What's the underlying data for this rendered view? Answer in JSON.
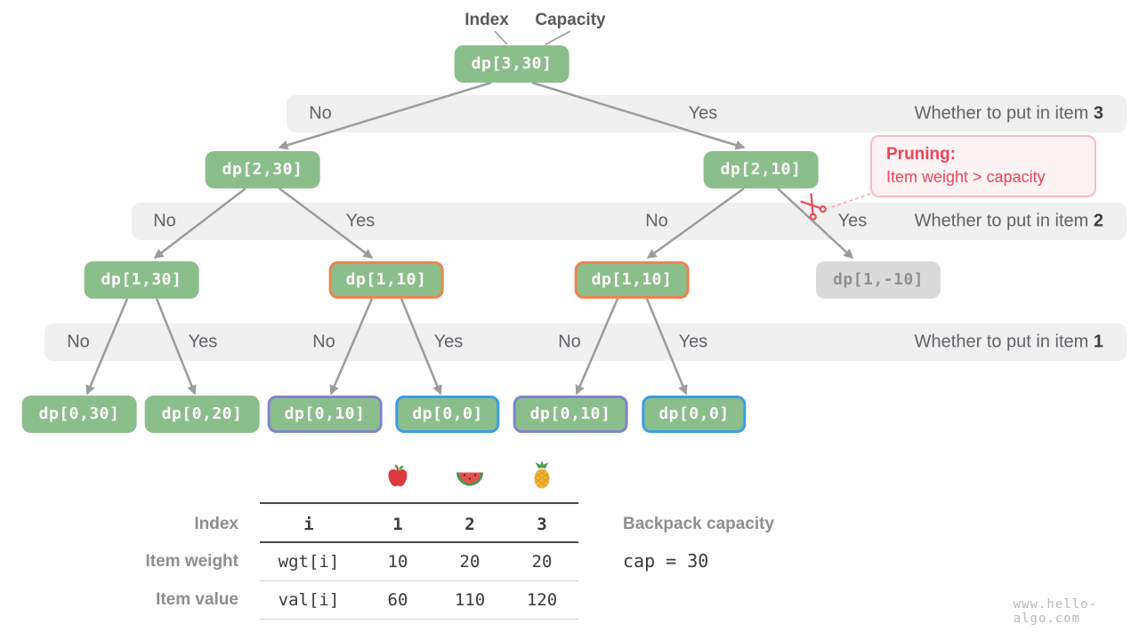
{
  "header": {
    "index": "Index",
    "capacity": "Capacity"
  },
  "nodes": {
    "root": "dp[3,30]",
    "level2": [
      "dp[2,30]",
      "dp[2,10]"
    ],
    "level1": [
      "dp[1,30]",
      "dp[1,10]",
      "dp[1,10]",
      "dp[1,-10]"
    ],
    "level0": [
      "dp[0,30]",
      "dp[0,20]",
      "dp[0,10]",
      "dp[0,0]",
      "dp[0,10]",
      "dp[0,0]"
    ]
  },
  "bands": [
    {
      "choices": [
        "No",
        "Yes"
      ],
      "question": "Whether to put in item ",
      "item": "3"
    },
    {
      "choices": [
        "No",
        "Yes",
        "No",
        "Yes"
      ],
      "question": "Whether to put in item ",
      "item": "2"
    },
    {
      "choices": [
        "No",
        "Yes",
        "No",
        "Yes",
        "No",
        "Yes"
      ],
      "question": "Whether to put in item ",
      "item": "1"
    }
  ],
  "pruning": {
    "title": "Pruning:",
    "text": "Item weight > capacity"
  },
  "table": {
    "rows": [
      {
        "label": "Index",
        "cells": [
          "i",
          "1",
          "2",
          "3"
        ]
      },
      {
        "label": "Item weight",
        "cells": [
          "wgt[i]",
          "10",
          "20",
          "20"
        ]
      },
      {
        "label": "Item value",
        "cells": [
          "val[i]",
          "60",
          "110",
          "120"
        ]
      }
    ]
  },
  "capacity": {
    "label": "Backpack capacity",
    "value": "cap = 30"
  },
  "watermark": "www.hello-algo.com",
  "icons": {
    "fruits": [
      "apple-icon",
      "watermelon-icon",
      "pineapple-icon"
    ],
    "cut": "scissors-icon"
  },
  "colors": {
    "node_green": "#8CBE8C",
    "node_gray": "#DADADA",
    "node_gray_text": "#909090",
    "border_orange": "#EF8350",
    "border_purple": "#7F85C9",
    "border_blue": "#3B9DE2",
    "band_bg": "#F0F0F0",
    "arrow": "#9C9C9C",
    "pruning_bg": "#FEF3F4",
    "pruning_border": "#F5BDC4",
    "pruning_red": "#EE4458",
    "scissors_red": "#E8505B"
  }
}
